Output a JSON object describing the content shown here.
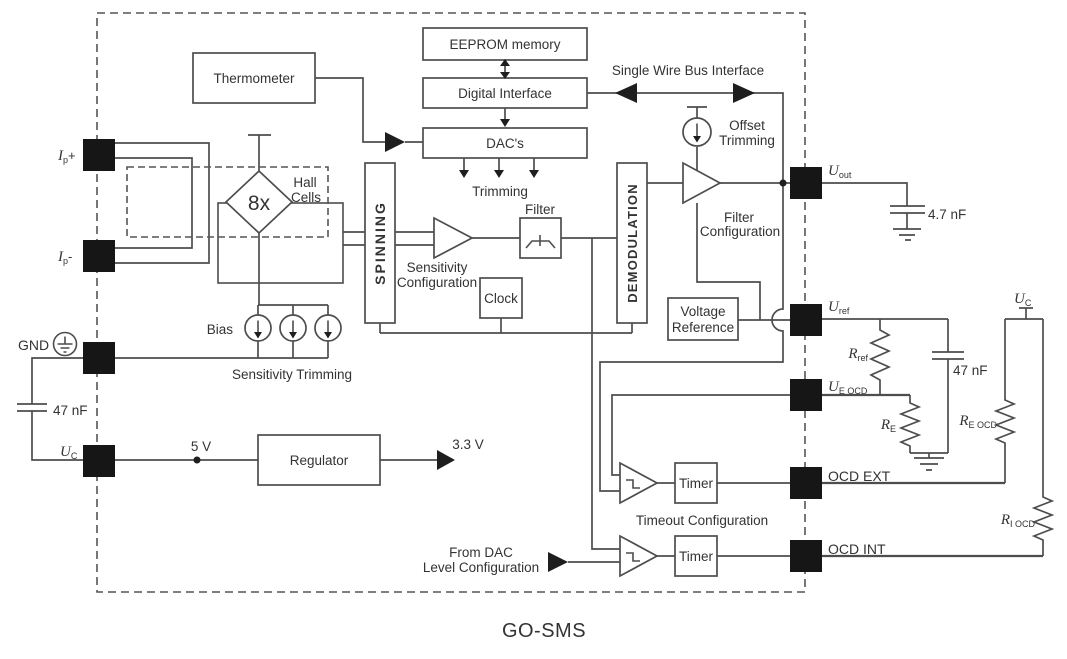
{
  "title": "GO-SMS",
  "blocks": {
    "thermometer": "Thermometer",
    "eeprom": "EEPROM memory",
    "digital_interface": "Digital Interface",
    "dacs": "DAC's",
    "spinning": "SPINNING",
    "demodulation": "DEMODULATION",
    "clock": "Clock",
    "filter": "Filter",
    "voltage_reference": {
      "line1": "Voltage",
      "line2": "Reference"
    },
    "regulator": "Regulator",
    "timer_ext": "Timer",
    "timer_int": "Timer",
    "hall_gain": "8x"
  },
  "labels": {
    "single_wire_bus": "Single Wire Bus Interface",
    "offset_trimming": {
      "line1": "Offset",
      "line2": "Trimming"
    },
    "dac_trimming": "Trimming",
    "hall_cells": {
      "line1": "Hall",
      "line2": "Cells"
    },
    "bias": "Bias",
    "sensitivity_trimming": "Sensitivity Trimming",
    "sensitivity_configuration": {
      "line1": "Sensitivity",
      "line2": "Configuration"
    },
    "filter_configuration": {
      "line1": "Filter",
      "line2": "Configuration"
    },
    "timeout_configuration": "Timeout Configuration",
    "from_dac": {
      "line1": "From DAC",
      "line2": "Level Configuration"
    }
  },
  "pins": {
    "ip_plus": {
      "base": "I",
      "sub": "p",
      "suffix": "+"
    },
    "ip_minus": {
      "base": "I",
      "sub": "p",
      "suffix": "-"
    },
    "gnd": "GND",
    "uc_left": {
      "base": "U",
      "sub": "C"
    },
    "uout": {
      "base": "U",
      "sub": "out"
    },
    "uref": {
      "base": "U",
      "sub": "ref"
    },
    "ue_ocd": {
      "base": "U",
      "sub": "E OCD"
    },
    "uc_right": {
      "base": "U",
      "sub": "C"
    },
    "ocd_ext": "OCD EXT",
    "ocd_int": "OCD INT"
  },
  "values": {
    "cap_output": "4.7 nF",
    "cap_uref": "47 nF",
    "cap_supply": "47 nF",
    "supply_in": "5 V",
    "regulator_out": "3.3 V",
    "r_ref": {
      "base": "R",
      "sub": "ref"
    },
    "r_e": {
      "base": "R",
      "sub": "E"
    },
    "r_e_ocd": {
      "base": "R",
      "sub": "E OCD"
    },
    "r_i_ocd": {
      "base": "R",
      "sub": "I OCD"
    }
  }
}
